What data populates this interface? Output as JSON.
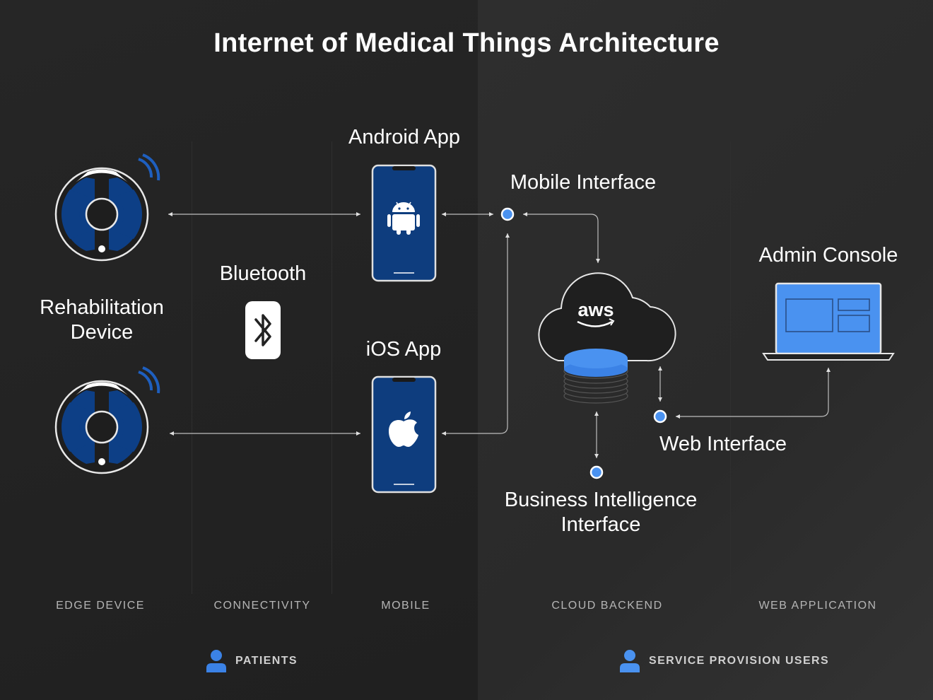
{
  "title": "Internet of Medical Things Architecture",
  "columns": {
    "edge": "EDGE DEVICE",
    "connectivity": "CONNECTIVITY",
    "mobile": "MOBILE",
    "cloud": "CLOUD BACKEND",
    "web": "WEB APPLICATION"
  },
  "groups": {
    "patients": "PATIENTS",
    "service": "SERVICE PROVISION USERS"
  },
  "labels": {
    "android_app": "Android App",
    "ios_app": "iOS App",
    "mobile_interface": "Mobile Interface",
    "bluetooth": "Bluetooth",
    "rehab_line1": "Rehabilitation",
    "rehab_line2": "Device",
    "admin_console": "Admin Console",
    "web_interface": "Web Interface",
    "bi_line1": "Business Intelligence",
    "bi_line2": "Interface",
    "aws": "aws"
  },
  "icons": {
    "device": "rehabilitation-device-icon",
    "bluetooth": "bluetooth-icon",
    "android": "android-icon",
    "apple": "apple-icon",
    "cloud": "aws-cloud-icon",
    "database": "database-icon",
    "laptop": "laptop-icon",
    "person": "person-icon"
  },
  "colors": {
    "background": "#232323",
    "panel_right": "#2e2e2e",
    "device_blue": "#0d3f86",
    "accent_blue": "#4a92f0",
    "screen_blue": "#0e3d7e",
    "white": "#ffffff"
  }
}
